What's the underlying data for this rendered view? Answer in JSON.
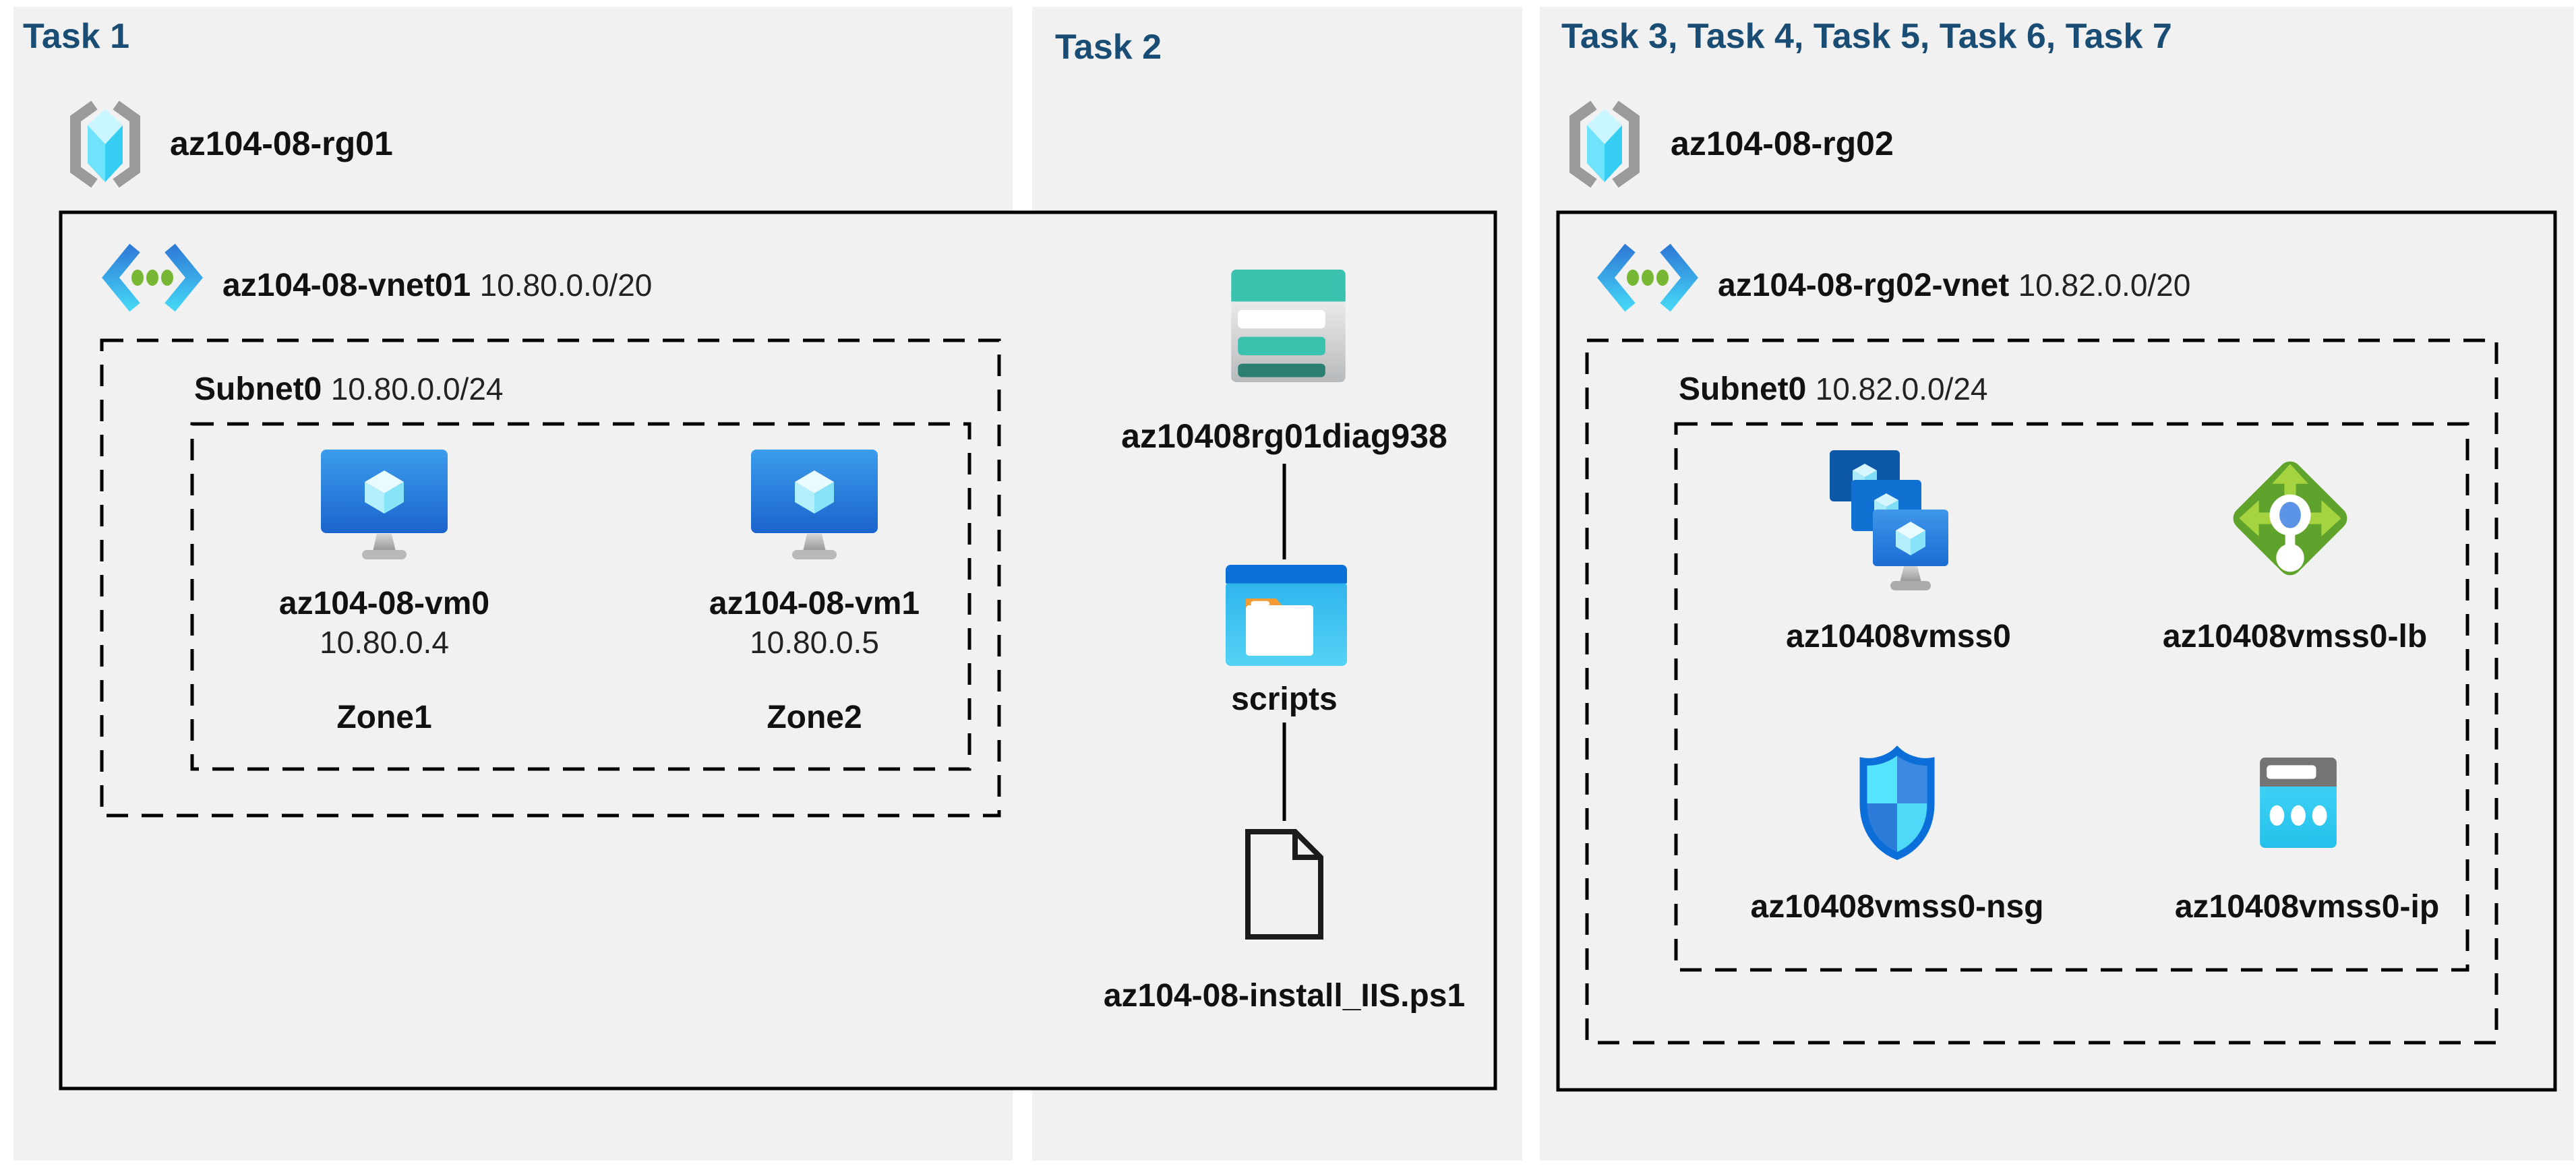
{
  "colors": {
    "page_bg": "#ffffff",
    "panel_bg": "#f1f1f2",
    "header_text": "#1a4d73",
    "label_text": "#111111",
    "box_border": "#000000",
    "storage_teal": "#3bc2af",
    "lb_green": "#5fa32c",
    "nsg_blue": "#0c6fd9",
    "ip_cyan": "#2fc9f0"
  },
  "task1": {
    "header": "Task 1",
    "rg": "az104-08-rg01",
    "vnet": {
      "name": "az104-08-vnet01",
      "cidr": "10.80.0.0/20"
    },
    "subnet": {
      "name": "Subnet0",
      "cidr": "10.80.0.0/24"
    },
    "vms": [
      {
        "name": "az104-08-vm0",
        "ip": "10.80.0.4",
        "zone": "Zone1"
      },
      {
        "name": "az104-08-vm1",
        "ip": "10.80.0.5",
        "zone": "Zone2"
      }
    ]
  },
  "task2": {
    "header": "Task 2",
    "storage": "az10408rg01diag938",
    "folder": "scripts",
    "file": "az104-08-install_IIS.ps1"
  },
  "task3": {
    "header": "Task 3, Task 4, Task 5, Task 6, Task 7",
    "rg": "az104-08-rg02",
    "vnet": {
      "name": "az104-08-rg02-vnet",
      "cidr": "10.82.0.0/20"
    },
    "subnet": {
      "name": "Subnet0",
      "cidr": "10.82.0.0/24"
    },
    "resources": {
      "vmss": "az10408vmss0",
      "lb": "az10408vmss0-lb",
      "nsg": "az10408vmss0-nsg",
      "ip": "az10408vmss0-ip"
    }
  }
}
